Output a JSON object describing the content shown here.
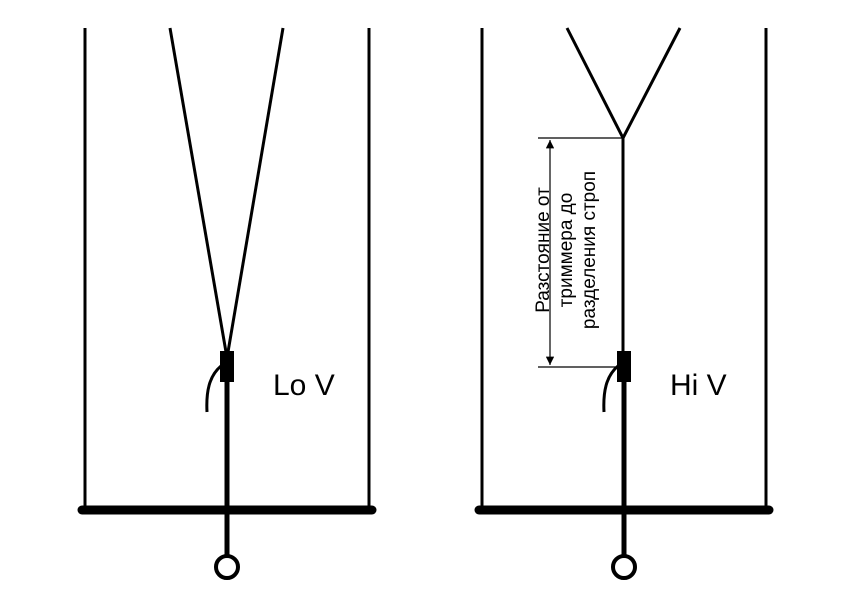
{
  "left_config": {
    "label": "Lo V"
  },
  "right_config": {
    "label": "Hi V",
    "dimension_text": {
      "line1": "Разстояние от",
      "line2": "триммера до",
      "line3": "разделения строп"
    }
  },
  "colors": {
    "stroke": "#000000",
    "background": "#ffffff"
  }
}
